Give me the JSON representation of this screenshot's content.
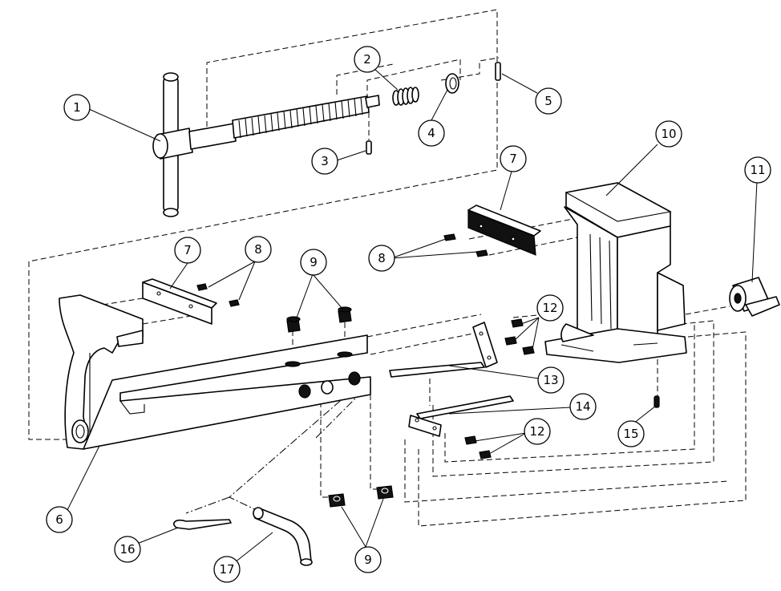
{
  "callouts": [
    {
      "id": "c1",
      "label": "1"
    },
    {
      "id": "c2",
      "label": "2"
    },
    {
      "id": "c3",
      "label": "3"
    },
    {
      "id": "c4",
      "label": "4"
    },
    {
      "id": "c5",
      "label": "5"
    },
    {
      "id": "c6",
      "label": "6"
    },
    {
      "id": "c7a",
      "label": "7"
    },
    {
      "id": "c7b",
      "label": "7"
    },
    {
      "id": "c8a",
      "label": "8"
    },
    {
      "id": "c8b",
      "label": "8"
    },
    {
      "id": "c9a",
      "label": "9"
    },
    {
      "id": "c9b",
      "label": "9"
    },
    {
      "id": "c10",
      "label": "10"
    },
    {
      "id": "c11",
      "label": "11"
    },
    {
      "id": "c12a",
      "label": "12"
    },
    {
      "id": "c12b",
      "label": "12"
    },
    {
      "id": "c13",
      "label": "13"
    },
    {
      "id": "c14",
      "label": "14"
    },
    {
      "id": "c15",
      "label": "15"
    },
    {
      "id": "c16",
      "label": "16"
    },
    {
      "id": "c17",
      "label": "17"
    }
  ]
}
